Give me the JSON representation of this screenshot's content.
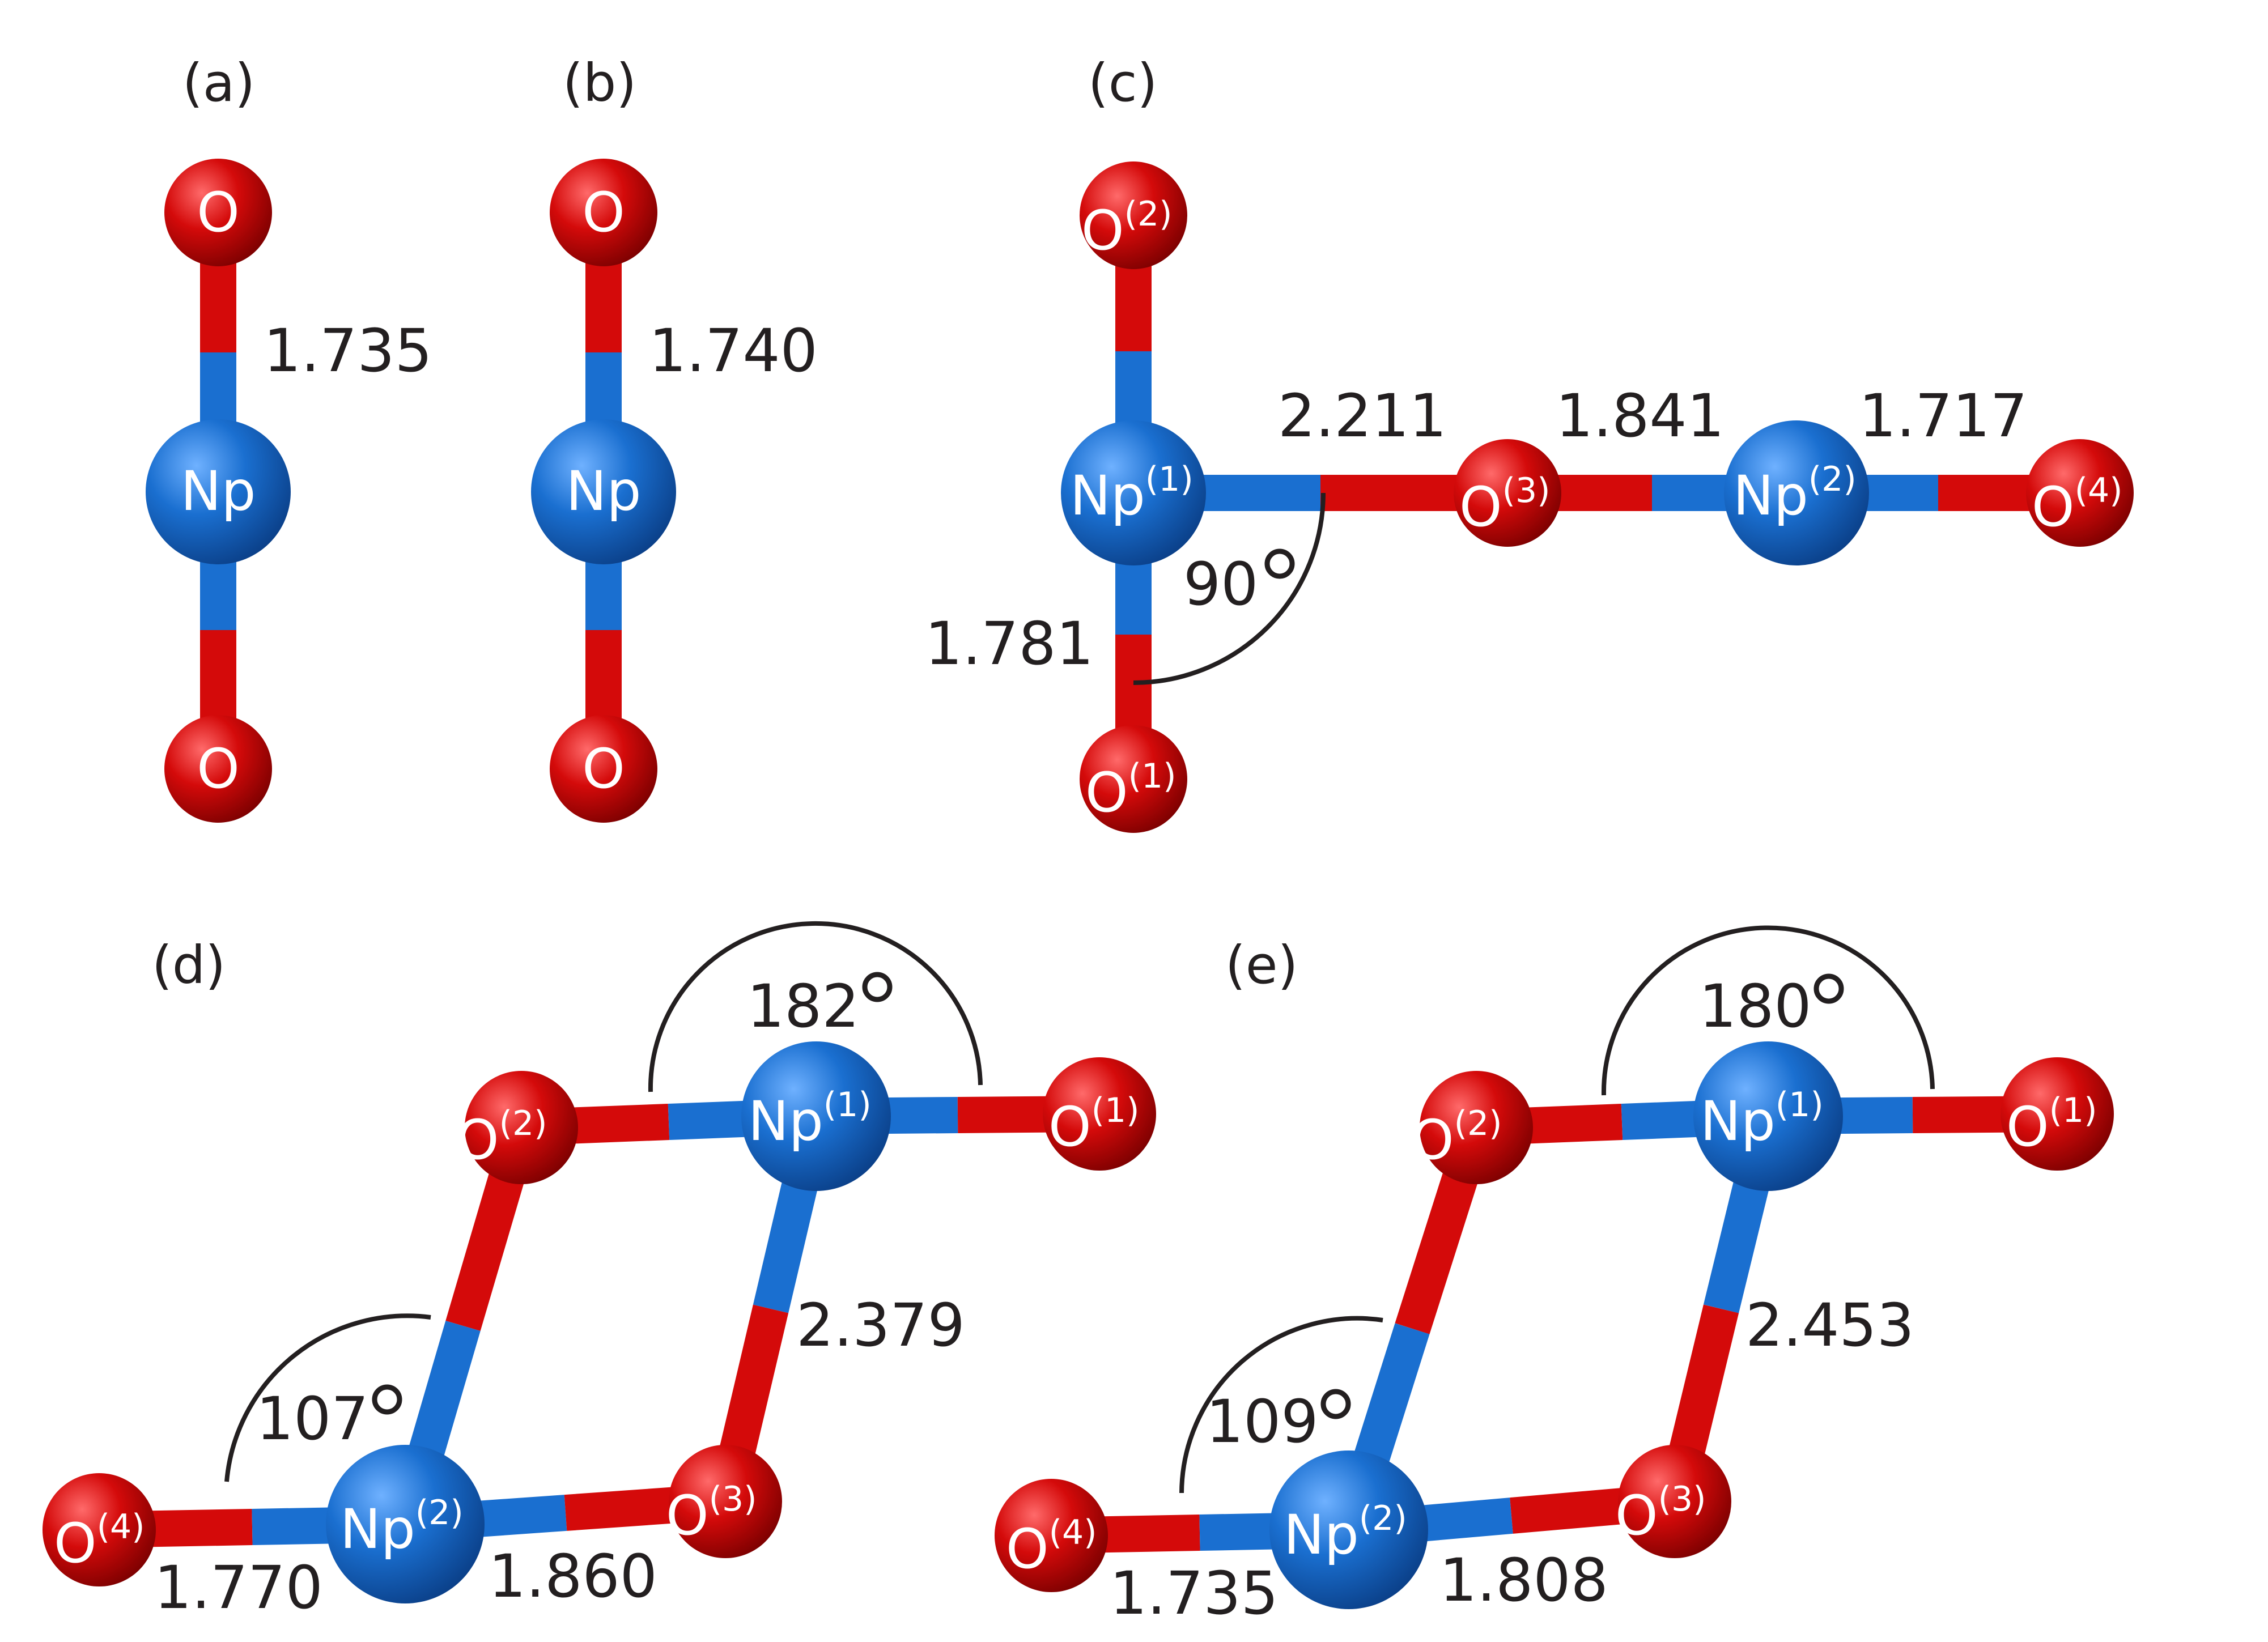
{
  "colors": {
    "np": "#1a6fd0",
    "o": "#d40a0a",
    "text": "#231f20",
    "atom_text": "#ffffff"
  },
  "panels": {
    "a": {
      "label": "(a)",
      "atoms": {
        "o_top": "O",
        "np": "Np",
        "o_bottom": "O"
      },
      "bond": "1.735"
    },
    "b": {
      "label": "(b)",
      "atoms": {
        "o_top": "O",
        "np": "Np",
        "o_bottom": "O"
      },
      "bond": "1.740"
    },
    "c": {
      "label": "(c)",
      "atoms": {
        "o": "O",
        "np": "Np",
        "s1": "(1)",
        "s2": "(2)",
        "s3": "(3)",
        "s4": "(4)"
      },
      "bonds": {
        "np1_o3": "2.211",
        "o3_np2": "1.841",
        "np2_o4": "1.717",
        "np1_o1": "1.781"
      },
      "angle": "90"
    },
    "d": {
      "label": "(d)",
      "atoms": {
        "o": "O",
        "np": "Np",
        "s1": "(1)",
        "s2": "(2)",
        "s3": "(3)",
        "s4": "(4)"
      },
      "bonds": {
        "np1_o3": "2.379",
        "o4_np2": "1.770",
        "np2_o3": "1.860"
      },
      "angles": {
        "top": "182",
        "left": "107"
      }
    },
    "e": {
      "label": "(e)",
      "atoms": {
        "o": "O",
        "np": "Np",
        "s1": "(1)",
        "s2": "(2)",
        "s3": "(3)",
        "s4": "(4)"
      },
      "bonds": {
        "np1_o3": "2.453",
        "o4_np2": "1.735",
        "np2_o3": "1.808"
      },
      "angles": {
        "top": "180",
        "left": "109"
      }
    }
  }
}
